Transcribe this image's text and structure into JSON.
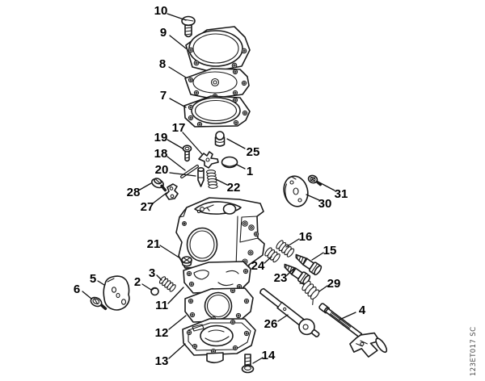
{
  "figure": {
    "kind": "exploded-parts-diagram",
    "subject": "carburetor exploded view line drawing",
    "drawing_code": "123ET017 SC",
    "colors": {
      "background": "#ffffff",
      "line": "#1a1a1a",
      "label_text": "#000000",
      "code_text": "#4a4a4a"
    }
  },
  "callouts": {
    "n1": "1",
    "n2": "2",
    "n3": "3",
    "n4": "4",
    "n5": "5",
    "n6": "6",
    "n7": "7",
    "n8": "8",
    "n9": "9",
    "n10": "10",
    "n11": "11",
    "n12": "12",
    "n13": "13",
    "n14": "14",
    "n15": "15",
    "n16": "16",
    "n17": "17",
    "n18": "18",
    "n19": "19",
    "n20": "20",
    "n21": "21",
    "n22": "22",
    "n23": "23",
    "n24": "24",
    "n25": "25",
    "n26": "26",
    "n27": "27",
    "n28": "28",
    "n29": "29",
    "n30": "30",
    "n31": "31"
  }
}
